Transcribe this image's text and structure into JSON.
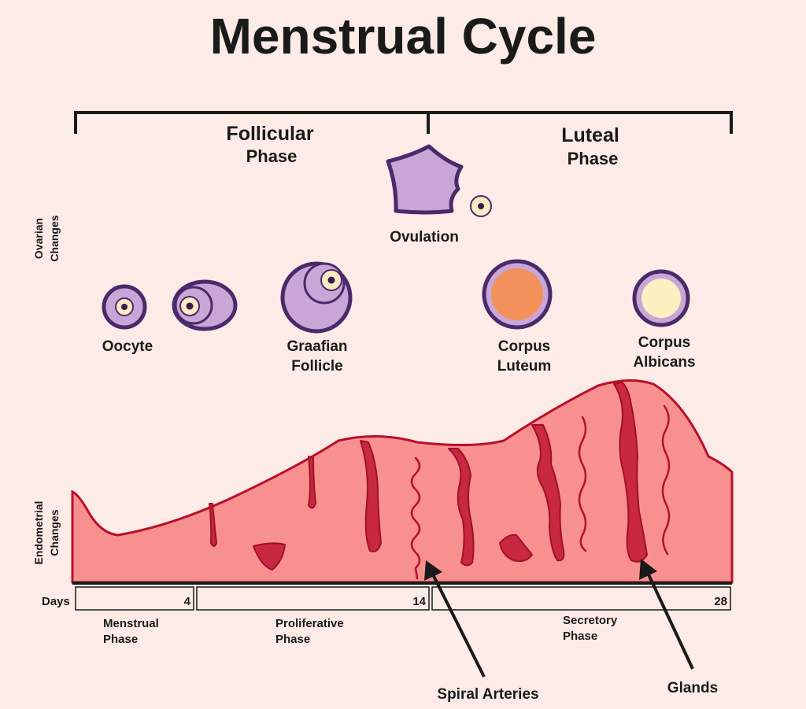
{
  "title": "Menstrual Cycle",
  "phases": {
    "follicular_line1": "Follicular",
    "follicular_line2": "Phase",
    "luteal_line1": "Luteal",
    "luteal_line2": "Phase"
  },
  "side_labels": {
    "ovarian_line1": "Ovarian",
    "ovarian_line2": "Changes",
    "endometrial_line1": "Endometrial",
    "endometrial_line2": "Changes"
  },
  "ovarian": {
    "oocyte": "Oocyte",
    "graafian_line1": "Graafian",
    "graafian_line2": "Follicle",
    "ovulation": "Ovulation",
    "corpus_luteum_line1": "Corpus",
    "corpus_luteum_line2": "Luteum",
    "corpus_albicans_line1": "Corpus",
    "corpus_albicans_line2": "Albicans"
  },
  "days": {
    "label": "Days",
    "day4": "4",
    "day14": "14",
    "day28": "28"
  },
  "uterine_phases": {
    "menstrual_line1": "Menstrual",
    "menstrual_line2": "Phase",
    "proliferative_line1": "Proliferative",
    "proliferative_line2": "Phase",
    "secretory_line1": "Secretory",
    "secretory_line2": "Phase"
  },
  "callouts": {
    "spiral_arteries": "Spiral Arteries",
    "glands": "Glands"
  },
  "colors": {
    "background": "#fcebe7",
    "follicle_fill": "#c9a6d8",
    "follicle_stroke": "#4a2a68",
    "oocyte_fill": "#fbeac2",
    "corpus_luteum_fill": "#f2925a",
    "corpus_albicans_fill": "#fbf0c0",
    "endometrium_fill": "#f89090",
    "endometrium_stroke": "#b8102a",
    "gland_fill": "#c82840"
  }
}
